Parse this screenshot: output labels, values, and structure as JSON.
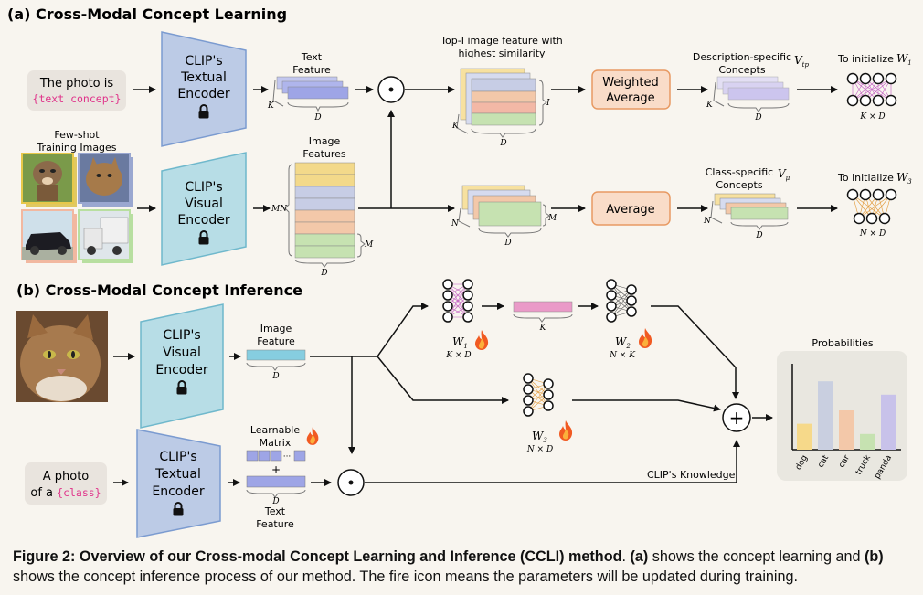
{
  "section_a": {
    "title": "(a) Cross-Modal Concept Learning",
    "text_prompt_line1": "The photo is",
    "text_prompt_line2": "{text concept}",
    "textual_encoder": [
      "CLIP's",
      "Textual",
      "Encoder"
    ],
    "visual_encoder": [
      "CLIP's",
      "Visual",
      "Encoder"
    ],
    "few_shot_label": [
      "Few-shot",
      "Training Images"
    ],
    "text_feature_label": [
      "Text",
      "Feature"
    ],
    "image_features_label": [
      "Image",
      "Features"
    ],
    "topi_label": [
      "Top-I image feature with",
      "highest similarity"
    ],
    "weighted_average": [
      "Weighted",
      "Average"
    ],
    "average": "Average",
    "desc_concepts_label": [
      "Description-specific",
      "Concepts"
    ],
    "desc_concepts_symbol": "V",
    "desc_concepts_sub": "tp",
    "class_concepts_label": [
      "Class-specific",
      "Concepts"
    ],
    "class_concepts_symbol": "V",
    "class_concepts_sub": "μ",
    "init_w1": "To initialize",
    "w1_symbol": "W",
    "w1_sub": "1",
    "init_w3": "To initialize",
    "w3_symbol": "W",
    "w3_sub": "3",
    "dim_K": "K",
    "dim_D": "D",
    "dim_I": "I",
    "dim_MN": "MN",
    "dim_M": "M",
    "dim_N": "N",
    "dim_KxD": "K × D",
    "dim_NxD": "N × D",
    "dot_symbol": "·"
  },
  "section_b": {
    "title": "(b) Cross-Modal Concept Inference",
    "visual_encoder": [
      "CLIP's",
      "Visual",
      "Encoder"
    ],
    "textual_encoder": [
      "CLIP's",
      "Textual",
      "Encoder"
    ],
    "image_feature_label": [
      "Image",
      "Feature"
    ],
    "learnable_matrix_label": [
      "Learnable",
      "Matrix"
    ],
    "text_feature_label": [
      "Text",
      "Feature"
    ],
    "prompt_line1": "A photo",
    "prompt_line2_prefix": "of a ",
    "prompt_line2_token": "{class}",
    "w1_label": "W",
    "w1_sub": "1",
    "w1_dim": "K × D",
    "w2_label": "W",
    "w2_sub": "2",
    "w2_dim": "N × K",
    "w3_label": "W",
    "w3_sub": "3",
    "w3_dim": "N × D",
    "dim_K": "K",
    "dim_D": "D",
    "plus": "+",
    "ellipsis": "···",
    "clip_knowledge": "CLIP's Knowledge",
    "probabilities_label": "Probabilities"
  },
  "chart_data": {
    "type": "bar",
    "title": "Probabilities",
    "categories": [
      "dog",
      "cat",
      "car",
      "truck",
      "panda"
    ],
    "values": [
      0.33,
      0.87,
      0.5,
      0.2,
      0.7
    ],
    "colors": [
      "#f6d98a",
      "#c9cfe0",
      "#f3c8a9",
      "#c6e2b1",
      "#c8c2ea"
    ],
    "ylim": [
      0,
      1
    ],
    "xlabel": "",
    "ylabel": ""
  },
  "caption": {
    "figure_label": "Figure 2: Overview of our Cross-modal Concept Learning and Inference (CCLI) method",
    "part_a": "(a)",
    "text_a": " shows the concept learning and ",
    "part_b": "(b)",
    "text_b": " shows the concept inference process of our method. The fire icon means the parameters will be updated during training."
  },
  "colors": {
    "textual_encoder": "#bccbe6",
    "visual_encoder": "#b7dde6",
    "prompt_box": "#e9e4de",
    "class_token": "#e0338a",
    "weighted_box": "#f9dcc8",
    "weighted_border": "#e89a63",
    "image_feature_bar": "#86cde0",
    "text_bar": "#9ea5e6"
  },
  "icons": [
    "lock-icon",
    "fire-icon",
    "dot-product-icon",
    "plus-circle-icon",
    "neural-net-icon"
  ]
}
